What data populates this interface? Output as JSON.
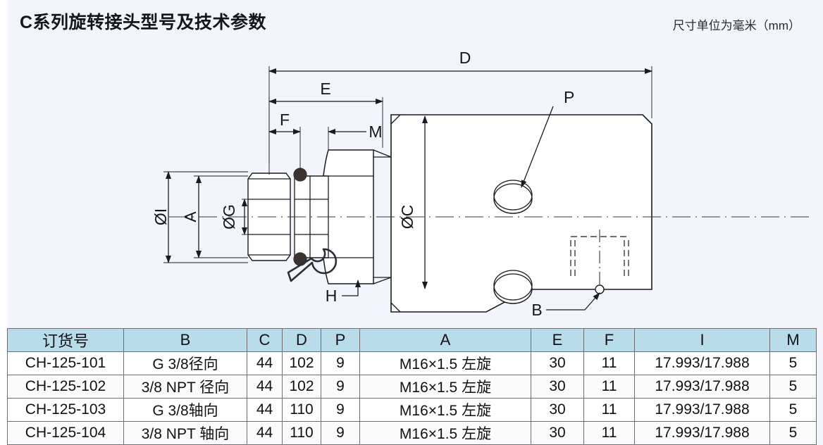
{
  "header": {
    "title": "C系列旋转接头型号及技术参数",
    "unit_note": "尺寸单位为毫米（mm）"
  },
  "drawing": {
    "dimension_labels": {
      "D": "D",
      "E": "E",
      "F": "F",
      "M": "M",
      "A": "A",
      "I": "ØI",
      "G": "ØG",
      "C": "ØC",
      "P": "P",
      "B": "B",
      "H": "H"
    },
    "icons": {
      "wrench": "wrench-icon"
    }
  },
  "table": {
    "headers": [
      "订货号",
      "B",
      "C",
      "D",
      "P",
      "A",
      "E",
      "F",
      "I",
      "M"
    ],
    "rows": [
      {
        "order_no": "CH-125-101",
        "b": "G 3/8径向",
        "c": "44",
        "d": "102",
        "p": "9",
        "a": "M16×1.5 左旋",
        "e": "30",
        "f": "11",
        "i": "17.993/17.988",
        "m": "5"
      },
      {
        "order_no": "CH-125-102",
        "b": "3/8 NPT 径向",
        "c": "44",
        "d": "102",
        "p": "9",
        "a": "M16×1.5 左旋",
        "e": "30",
        "f": "11",
        "i": "17.993/17.988",
        "m": "5"
      },
      {
        "order_no": "CH-125-103",
        "b": "G 3/8轴向",
        "c": "44",
        "d": "110",
        "p": "9",
        "a": "M16×1.5 左旋",
        "e": "30",
        "f": "11",
        "i": "17.993/17.988",
        "m": "5"
      },
      {
        "order_no": "CH-125-104",
        "b": "3/8 NPT 轴向",
        "c": "44",
        "d": "110",
        "p": "9",
        "a": "M16×1.5 左旋",
        "e": "30",
        "f": "11",
        "i": "17.993/17.988",
        "m": "5"
      }
    ]
  },
  "colors": {
    "page_background": "#f2f5fc",
    "table_header_background": "#b8dcea",
    "line_color": "#1b1b1f",
    "text_color": "#111114"
  }
}
